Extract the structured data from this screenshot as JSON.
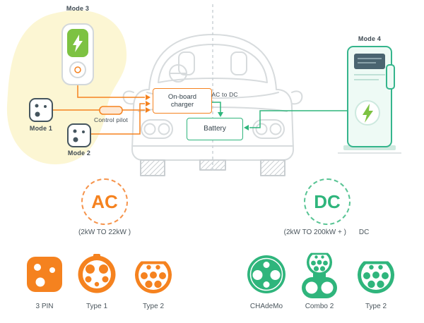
{
  "colors": {
    "orange": "#F5821F",
    "teal": "#2FB57C",
    "green_bolt": "#7DC242",
    "yellow_blob": "#FCF6D3",
    "car_gray": "#D7DBDD"
  },
  "diagram": {
    "mode1_label": "Mode 1",
    "mode2_label": "Mode 2",
    "mode3_label": "Mode 3",
    "mode4_label": "Mode 4",
    "control_pilot_label": "Control pilot",
    "onboard_charger_label": "On-board charger",
    "ac_to_dc_label": "AC to DC",
    "battery_label": "Battery"
  },
  "ac_section": {
    "badge": "AC",
    "range": "(2kW TO 22kW )"
  },
  "dc_section": {
    "badge": "DC",
    "range": "(2kW TO 200kW + )",
    "suffix": "DC"
  },
  "connectors": [
    {
      "label": "3 PIN",
      "color": "orange"
    },
    {
      "label": "Type 1",
      "color": "orange"
    },
    {
      "label": "Type 2",
      "color": "orange"
    },
    {
      "label": "CHAdeMo",
      "color": "teal"
    },
    {
      "label": "Combo 2",
      "color": "teal"
    },
    {
      "label": "Type 2",
      "color": "teal"
    }
  ]
}
